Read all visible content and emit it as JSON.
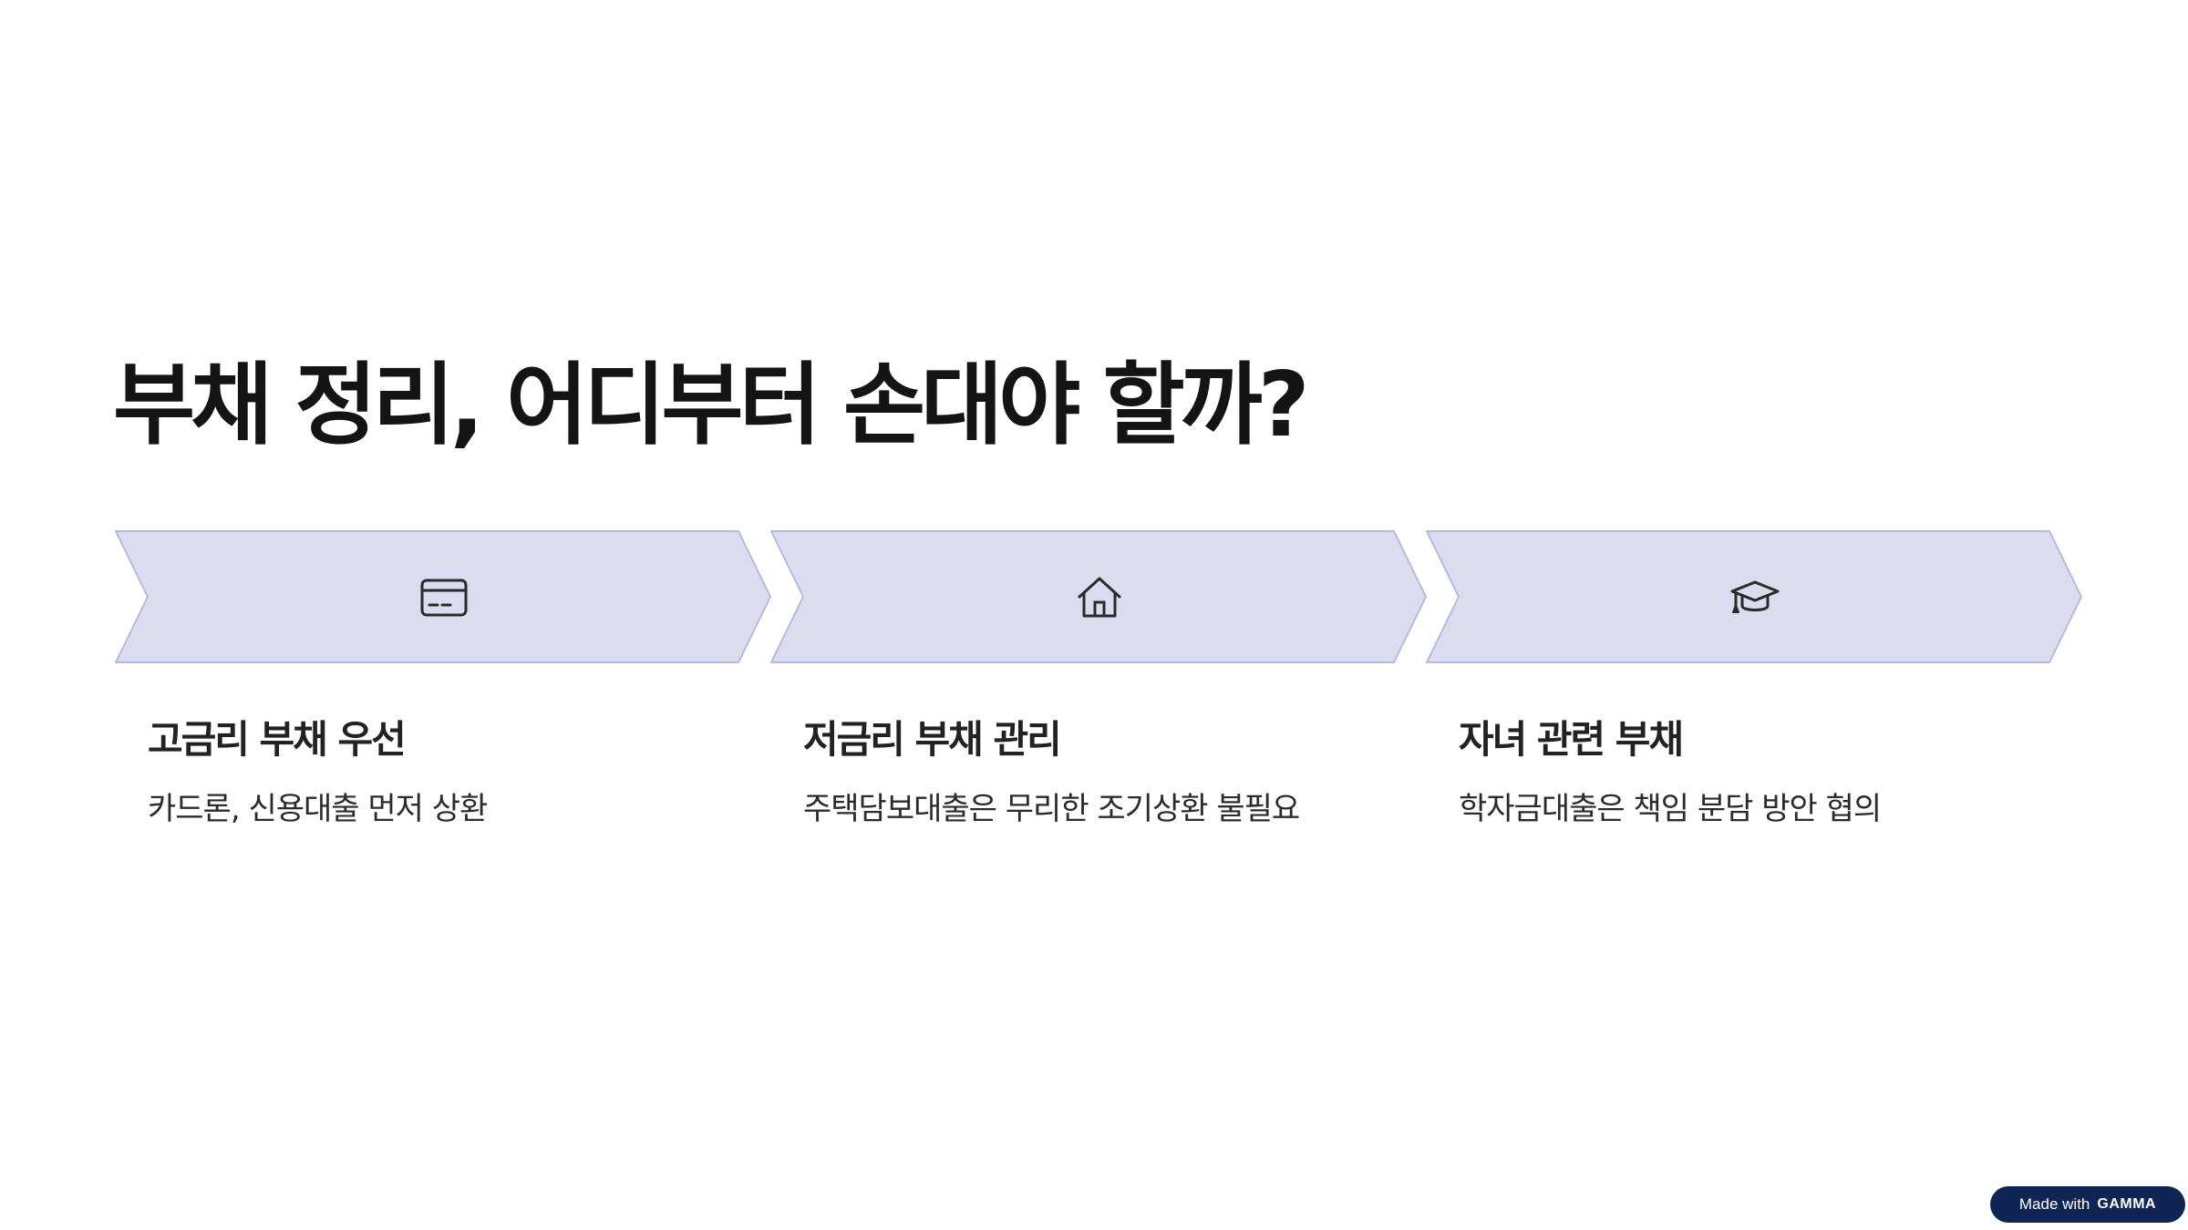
{
  "title": "부채 정리, 어디부터 손대야 할까?",
  "colors": {
    "chevron_fill": "#dcdcf0",
    "chevron_stroke": "#b9b9de",
    "icon_stroke": "#2a2a2a",
    "badge_bg": "#0f2556"
  },
  "steps": [
    {
      "icon": "credit-card-icon",
      "heading": "고금리 부채 우선",
      "body": "카드론, 신용대출 먼저 상환"
    },
    {
      "icon": "house-icon",
      "heading": "저금리 부채 관리",
      "body": "주택담보대출은 무리한 조기상환 불필요"
    },
    {
      "icon": "graduation-cap-icon",
      "heading": "자녀 관련 부채",
      "body": "학자금대출은 책임 분담 방안 협의"
    }
  ],
  "badge": {
    "prefix": "Made with",
    "brand": "GAMMA"
  }
}
